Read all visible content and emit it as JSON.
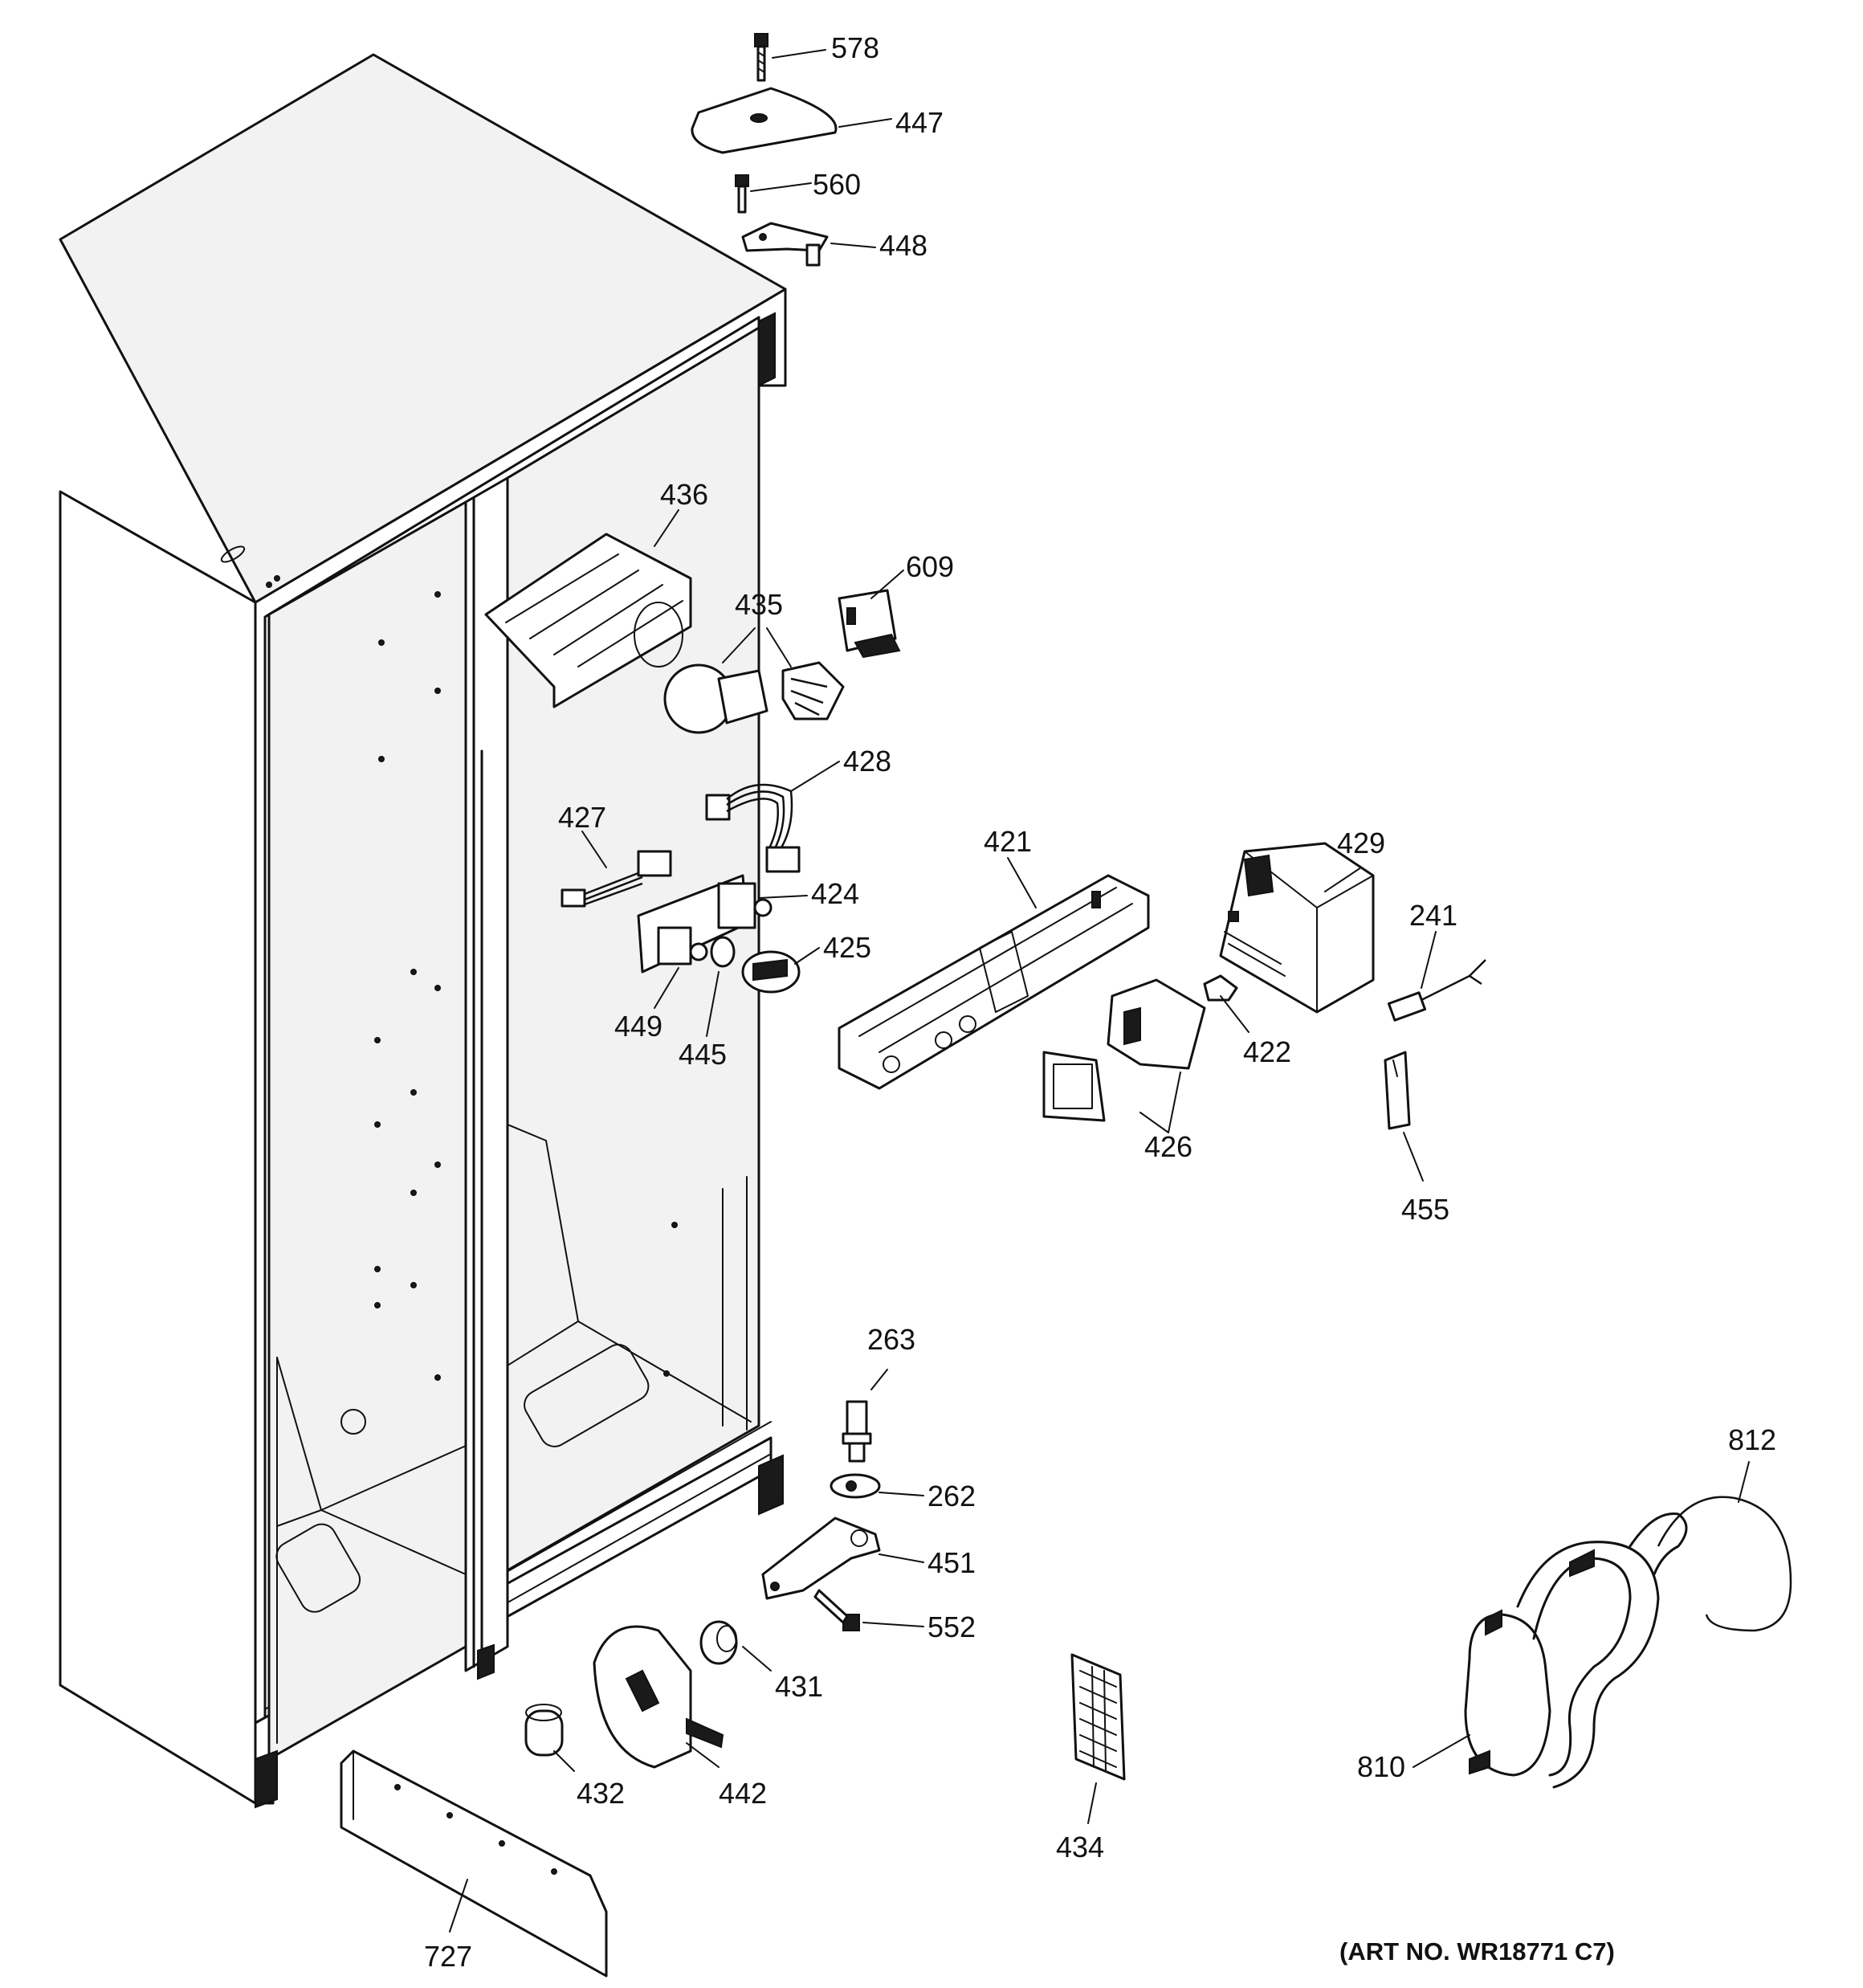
{
  "callouts": [
    {
      "id": "578",
      "label": "578"
    },
    {
      "id": "447",
      "label": "447"
    },
    {
      "id": "560",
      "label": "560"
    },
    {
      "id": "448",
      "label": "448"
    },
    {
      "id": "436",
      "label": "436"
    },
    {
      "id": "609",
      "label": "609"
    },
    {
      "id": "435",
      "label": "435"
    },
    {
      "id": "428",
      "label": "428"
    },
    {
      "id": "427",
      "label": "427"
    },
    {
      "id": "421",
      "label": "421"
    },
    {
      "id": "429",
      "label": "429"
    },
    {
      "id": "424",
      "label": "424"
    },
    {
      "id": "241",
      "label": "241"
    },
    {
      "id": "425",
      "label": "425"
    },
    {
      "id": "449",
      "label": "449"
    },
    {
      "id": "445",
      "label": "445"
    },
    {
      "id": "422",
      "label": "422"
    },
    {
      "id": "426",
      "label": "426"
    },
    {
      "id": "455",
      "label": "455"
    },
    {
      "id": "263",
      "label": "263"
    },
    {
      "id": "262",
      "label": "262"
    },
    {
      "id": "451",
      "label": "451"
    },
    {
      "id": "552",
      "label": "552"
    },
    {
      "id": "812",
      "label": "812"
    },
    {
      "id": "431",
      "label": "431"
    },
    {
      "id": "432",
      "label": "432"
    },
    {
      "id": "442",
      "label": "442"
    },
    {
      "id": "434",
      "label": "434"
    },
    {
      "id": "810",
      "label": "810"
    },
    {
      "id": "727",
      "label": "727"
    }
  ],
  "art_number": "(ART NO. WR18771 C7)"
}
